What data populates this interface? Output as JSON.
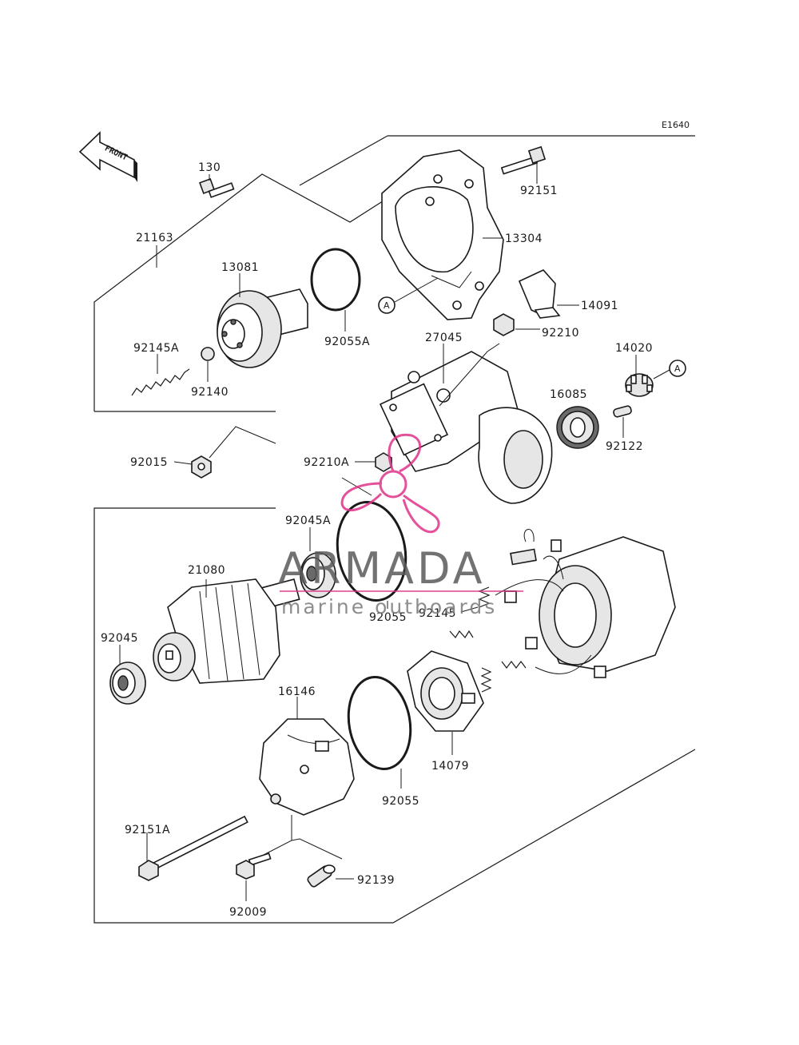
{
  "drawing_id": "E1640",
  "front_label": "FRONT",
  "reference_marker": "A",
  "parts": {
    "p130": "130",
    "p92151": "92151",
    "p13304": "13304",
    "p21163": "21163",
    "p13081": "13081",
    "p92055A": "92055A",
    "p14091": "14091",
    "p92210": "92210",
    "p27045": "27045",
    "p92145A": "92145A",
    "p92140": "92140",
    "p14020": "14020",
    "p16085": "16085",
    "p92122": "92122",
    "p92015": "92015",
    "p92210A": "92210A",
    "p92045A": "92045A",
    "p21080": "21080",
    "p92055a": "92055",
    "p92145": "92145",
    "p92045": "92045",
    "p16146": "16146",
    "p14079": "14079",
    "p92055b": "92055",
    "p92151A": "92151A",
    "p92139": "92139",
    "p92009": "92009"
  },
  "watermark": {
    "brand": "ARMADA",
    "tagline": "marine outboards",
    "accent_color": "#e0338a",
    "text_color": "#5a5a5a"
  }
}
